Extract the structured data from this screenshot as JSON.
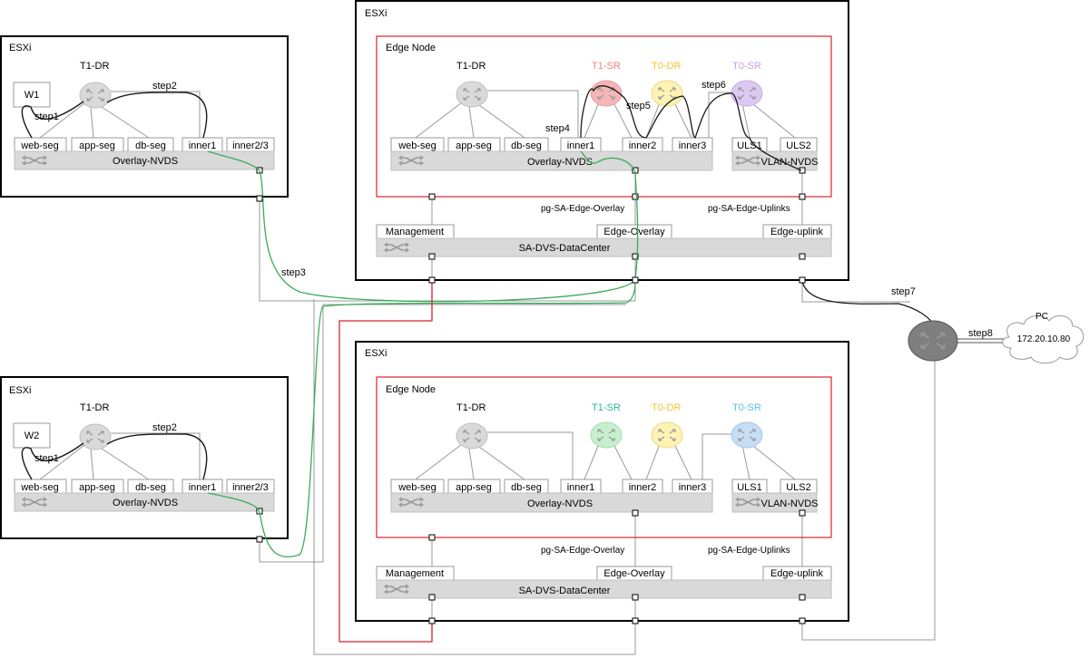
{
  "colors": {
    "box_border": "#000000",
    "edge_border": "#d9232d",
    "bar_fill": "#d9d9d9",
    "router_gray": "#d9d9d9",
    "router_dark": "#7f7f7f",
    "t1_sr_top": "#f4b6b6",
    "t0_dr": "#fff2b3",
    "t0_sr_top": "#dcc8f0",
    "t1_sr_bottom": "#c6efce",
    "t0_sr_bottom": "#c5ddf5",
    "green_path": "#3aaa5c",
    "red_path": "#d9232d",
    "black_path": "#1a1a1a",
    "gray_line": "#999999",
    "t1_sr_top_text": "#f08080",
    "t0_dr_text": "#f5c230",
    "t0_sr_top_text": "#c8a0e0",
    "t1_sr_bottom_text": "#2ab890",
    "t0_sr_bottom_text": "#5bc0e8"
  },
  "hosts": {
    "host1": {
      "title": "ESXi",
      "router": "T1-DR",
      "vm": "W1",
      "segments": [
        "web-seg",
        "app-seg",
        "db-seg",
        "inner1",
        "inner2/3"
      ],
      "bar": "Overlay-NVDS",
      "step_a": "step1",
      "step_b": "step2"
    },
    "host2": {
      "title": "ESXi",
      "router": "T1-DR",
      "vm": "W2",
      "segments": [
        "web-seg",
        "app-seg",
        "db-seg",
        "inner1",
        "inner2/3"
      ],
      "bar": "Overlay-NVDS",
      "step_a": "step1",
      "step_b": "step2"
    }
  },
  "edges": {
    "top": {
      "host_title": "ESXi",
      "edge_title": "Edge Node",
      "t1dr": "T1-DR",
      "t1sr": "T1-SR",
      "t0dr": "T0-DR",
      "t0sr": "T0-SR",
      "segments": [
        "web-seg",
        "app-seg",
        "db-seg",
        "inner1",
        "inner2",
        "inner3"
      ],
      "uplinks": [
        "ULS1",
        "ULS2"
      ],
      "overlay_bar": "Overlay-NVDS",
      "vlan_bar": "VLAN-NVDS",
      "pg_overlay": "pg-SA-Edge-Overlay",
      "pg_uplinks": "pg-SA-Edge-Uplinks",
      "ports": [
        "Management",
        "Edge-Overlay",
        "Edge-uplink"
      ],
      "dvs": "SA-DVS-DataCenter",
      "steps": [
        "step4",
        "step5",
        "step6"
      ]
    },
    "bottom": {
      "host_title": "ESXi",
      "edge_title": "Edge Node",
      "t1dr": "T1-DR",
      "t1sr": "T1-SR",
      "t0dr": "T0-DR",
      "t0sr": "T0-SR",
      "segments": [
        "web-seg",
        "app-seg",
        "db-seg",
        "inner1",
        "inner2",
        "inner3"
      ],
      "uplinks": [
        "ULS1",
        "ULS2"
      ],
      "overlay_bar": "Overlay-NVDS",
      "vlan_bar": "VLAN-NVDS",
      "pg_overlay": "pg-SA-Edge-Overlay",
      "pg_uplinks": "pg-SA-Edge-Uplinks",
      "ports": [
        "Management",
        "Edge-Overlay",
        "Edge-uplink"
      ],
      "dvs": "SA-DVS-DataCenter"
    }
  },
  "links": {
    "step3": "step3",
    "step7": "step7",
    "step8": "step8"
  },
  "pc": {
    "label": "PC",
    "ip": "172.20.10.80"
  }
}
